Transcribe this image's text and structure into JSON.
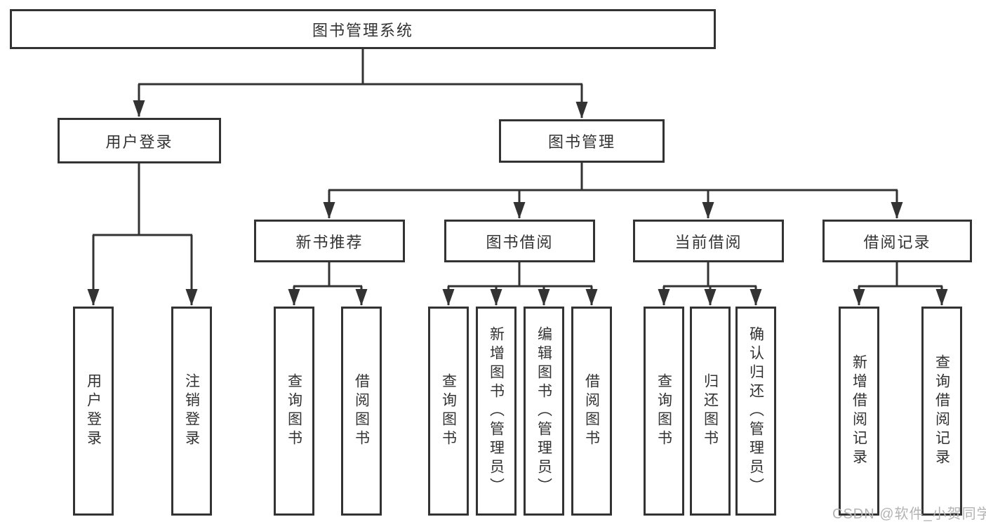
{
  "diagram": {
    "title": "图书管理系统",
    "branches": [
      {
        "label": "用户登录",
        "leaves": [
          "用户登录",
          "注销登录"
        ]
      },
      {
        "label": "图书管理",
        "sections": [
          {
            "label": "新书推荐",
            "leaves": [
              "查询图书",
              "借阅图书"
            ]
          },
          {
            "label": "图书借阅",
            "leaves": [
              "查询图书",
              "新增图书（管理员）",
              "编辑图书（管理员）",
              "借阅图书"
            ]
          },
          {
            "label": "当前借阅",
            "leaves": [
              "查询图书",
              "归还图书",
              "确认归还（管理员）"
            ]
          },
          {
            "label": "借阅记录",
            "leaves": [
              "新增借阅记录",
              "查询借阅记录"
            ]
          }
        ]
      }
    ]
  },
  "watermark": {
    "text": "CSDN @软件_小贺同学",
    "color": "#b3b3b3"
  },
  "colors": {
    "line": "#333333",
    "text": "#333333",
    "background": "#ffffff"
  }
}
